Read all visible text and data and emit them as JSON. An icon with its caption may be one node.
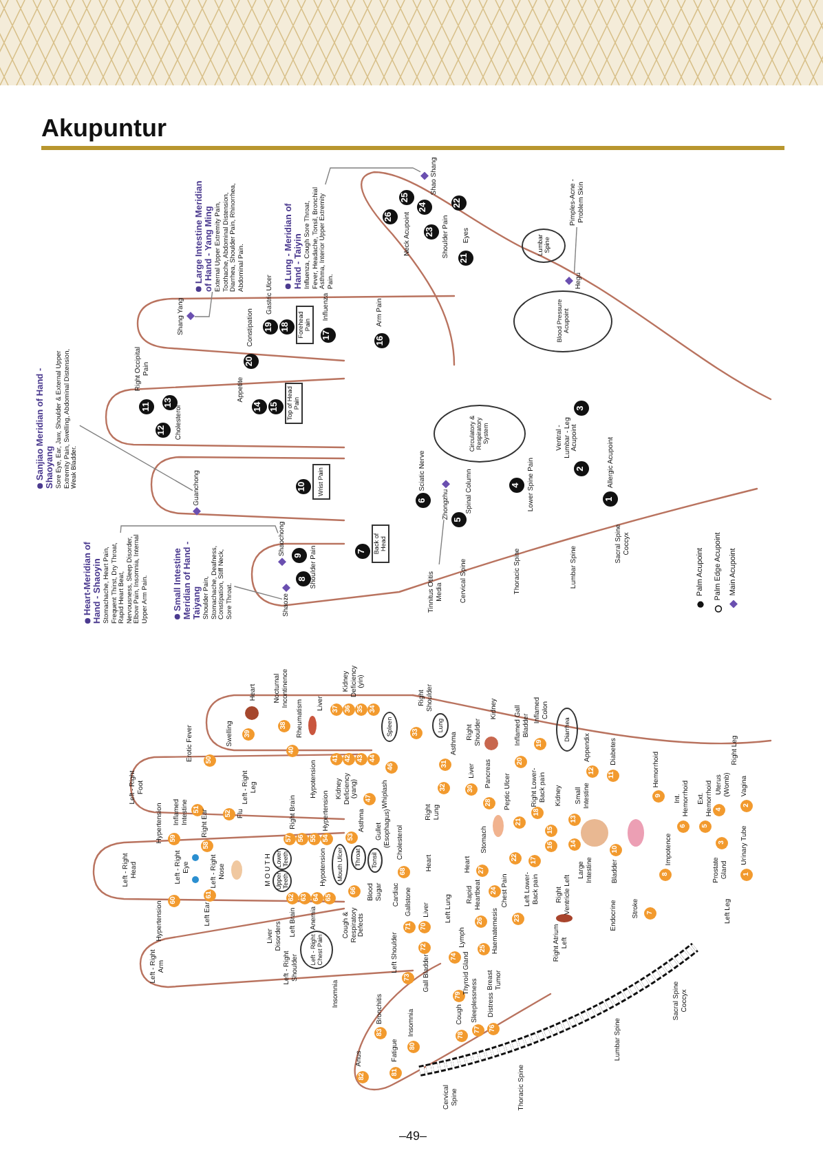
{
  "diagram": {
    "title": "Akupuntur",
    "nodes": [
      {
        "text": [
          "Large Intestine Meridian of Hand - Yang Ming",
          "External Upper Extremity Pain, Toothache, Abdominal Distension, Diarrhea, Shoulder Pain, Rhinorrhea, Abdominal Pain."
        ]
      },
      {
        "text": [
          "Shang Yang"
        ]
      },
      {
        "text": [
          "Lung - Meridian of Hand - Taiyin",
          "Influenza, Cough Sore Throat, Fever, Headache, Tonsil, Bronchial Asthma, Interior Upper Extremity Pain."
        ]
      },
      {
        "text": [
          "Shao Shang"
        ]
      },
      {
        "text": [
          "Sanjiao Meridian of Hand - Shaoyang",
          "Sore Eye, Ear, Jaw, Shoulder & External Upper Extremity Pain, Swelling, Abdominal Distension, Weak Bladder."
        ]
      },
      {
        "text": [
          "Guanchong"
        ]
      },
      {
        "text": [
          "Heart-Meridian of Hand - Shaoyin",
          "Stomachache, Heart Pain, Frequent Thirst, Dry Throat, Rapid Heart Beat, Nervousness, Sleep Disorder, Elbow Pain, Insomnia, Internal Upper Arm Pain."
        ]
      },
      {
        "text": [
          "Shaochong"
        ]
      },
      {
        "text": [
          "Small Intestine Meridian of Hand - Taiyang",
          "Shoulder Pain, Stomachache, Deafness, Constipation, Stiff Neck, Sore Throat."
        ]
      },
      {
        "text": [
          "Shaoze"
        ]
      },
      {
        "text": [
          "20"
        ],
        "beside": [
          "Constipation"
        ]
      },
      {
        "text": [
          "19"
        ],
        "beside": [
          "Gastric Ulcer"
        ]
      },
      {
        "text": [
          "18"
        ]
      },
      {
        "text": [
          "Forehead Pain"
        ]
      },
      {
        "text": [
          "17"
        ],
        "beside": [
          "Influenza"
        ]
      },
      {
        "text": [
          "16"
        ],
        "beside": [
          "Arm Pain"
        ]
      },
      {
        "text": [
          "11"
        ],
        "beside": [
          "Right Occipital Pain"
        ]
      },
      {
        "text": [
          "12"
        ]
      },
      {
        "text": [
          "13"
        ],
        "beside": [
          "Cholesterol"
        ]
      },
      {
        "text": [
          "14"
        ],
        "beside": [
          "Appetite"
        ]
      },
      {
        "text": [
          "15"
        ]
      },
      {
        "text": [
          "Top of Head Pain"
        ]
      },
      {
        "text": [
          "10"
        ]
      },
      {
        "text": [
          "Wrist Pain"
        ]
      },
      {
        "text": [
          "9"
        ],
        "beside": [
          "Shoulder Pain"
        ]
      },
      {
        "text": [
          "8"
        ]
      },
      {
        "text": [
          "7"
        ]
      },
      {
        "text": [
          "Back of Head"
        ]
      },
      {
        "text": [
          "6"
        ],
        "beside": [
          "Sciatic Nerve"
        ]
      },
      {
        "text": [
          "Zhongzhu"
        ]
      },
      {
        "text": [
          "Tinnitus Otitis Media"
        ]
      },
      {
        "text": [
          "5"
        ],
        "beside": [
          "Spinal Column"
        ]
      },
      {
        "text": [
          "4"
        ],
        "beside": [
          "Lower Spine Pain"
        ]
      },
      {
        "text": [
          "26"
        ]
      },
      {
        "text": [
          "25"
        ],
        "beside": [
          "Neck Acupoint"
        ]
      },
      {
        "text": [
          "24"
        ]
      },
      {
        "text": [
          "23"
        ],
        "beside": [
          "Shoulder Pain"
        ]
      },
      {
        "text": [
          "22"
        ]
      },
      {
        "text": [
          "21"
        ],
        "beside": [
          "Eyes"
        ]
      },
      {
        "text": [
          "Lumbar Spine"
        ]
      },
      {
        "text": [
          "Hegu"
        ]
      },
      {
        "text": [
          "Pimples-Acne - Problem Skin"
        ]
      },
      {
        "text": [
          "Blood Pressure Acupoint"
        ]
      },
      {
        "text": [
          "Circulatory & Respiratory System"
        ]
      },
      {
        "text": [
          "3"
        ]
      },
      {
        "text": [
          "2"
        ]
      },
      {
        "text": [
          "1"
        ],
        "beside": [
          "Allergic Acupoint"
        ]
      },
      {
        "text": [
          "39"
        ],
        "beside": [
          "Swelling"
        ]
      },
      {
        "text": [
          "38"
        ],
        "beside": [
          "Nocturnal Incontinence"
        ]
      },
      {
        "text": [
          "40"
        ],
        "beside": [
          "Rheumatism"
        ]
      },
      {
        "text": [
          "37"
        ]
      },
      {
        "text": [
          "36"
        ]
      },
      {
        "text": [
          "35"
        ]
      },
      {
        "text": [
          "34"
        ]
      },
      {
        "text": [
          "41"
        ]
      },
      {
        "text": [
          "42"
        ]
      },
      {
        "text": [
          "43"
        ]
      },
      {
        "text": [
          "44"
        ]
      },
      {
        "text": [
          "50"
        ],
        "beside": [
          "Erotic Fever"
        ]
      },
      {
        "text": [
          "46"
        ],
        "beside": [
          "Whiplash"
        ]
      },
      {
        "text": [
          "47"
        ]
      },
      {
        "text": [
          "53"
        ],
        "beside": [
          "Asthma"
        ]
      },
      {
        "text": [
          "51"
        ],
        "beside": [
          "Inflamed Intestine"
        ]
      },
      {
        "text": [
          "52"
        ],
        "beside": [
          "Flu"
        ]
      },
      {
        "text": [
          "59"
        ],
        "beside": [
          "Hypertension"
        ]
      },
      {
        "text": [
          "58"
        ],
        "beside": [
          "Right Ear"
        ]
      },
      {
        "text": [
          "57"
        ]
      },
      {
        "text": [
          "56"
        ]
      },
      {
        "text": [
          "55"
        ]
      },
      {
        "text": [
          "54"
        ]
      },
      {
        "text": [
          "60"
        ],
        "beside": [
          "Hypertension"
        ]
      },
      {
        "text": [
          "61"
        ],
        "beside": [
          "Left Ear"
        ]
      },
      {
        "text": [
          "62"
        ]
      },
      {
        "text": [
          "63"
        ]
      },
      {
        "text": [
          "64"
        ]
      },
      {
        "text": [
          "65"
        ]
      },
      {
        "text": [
          "66"
        ],
        "beside": [
          "Cough & Respiratory Defects"
        ]
      },
      {
        "text": [
          "68"
        ],
        "beside": [
          "Cholesterol"
        ]
      },
      {
        "text": [
          "83"
        ],
        "beside": [
          "Bronchitis"
        ]
      },
      {
        "text": [
          "82"
        ],
        "beside": [
          "Anus"
        ]
      },
      {
        "text": [
          "81"
        ],
        "beside": [
          "Fatigue"
        ]
      },
      {
        "text": [
          "33"
        ]
      },
      {
        "text": [
          "31"
        ],
        "beside": [
          "Asthma"
        ]
      },
      {
        "text": [
          "30"
        ],
        "beside": [
          "Liver"
        ]
      },
      {
        "text": [
          "20"
        ],
        "beside": [
          "Inflamed Gall Bladder"
        ]
      },
      {
        "text": [
          "19"
        ],
        "beside": [
          "Inflamed Colon"
        ]
      },
      {
        "text": [
          "12"
        ],
        "beside": [
          "Appendix"
        ]
      },
      {
        "text": [
          "11"
        ],
        "beside": [
          "Diabetes"
        ]
      },
      {
        "text": [
          "9"
        ],
        "beside": [
          "Hemorrhoid"
        ]
      },
      {
        "text": [
          "8"
        ],
        "beside": [
          "Impotence"
        ]
      },
      {
        "text": [
          "6"
        ],
        "beside": [
          "Int. Hemorrhoid"
        ]
      },
      {
        "text": [
          "5"
        ],
        "beside": [
          "Ext. Hemorrhoid"
        ]
      },
      {
        "text": [
          "4"
        ],
        "beside": [
          "Uterus (Womb)"
        ]
      },
      {
        "text": [
          "3"
        ],
        "beside": [
          "Prostate Gland"
        ]
      },
      {
        "text": [
          "2"
        ],
        "beside": [
          "Vagina"
        ]
      },
      {
        "text": [
          "1"
        ],
        "beside": [
          "Urinary Tube"
        ]
      },
      {
        "text": [
          "10"
        ],
        "beside": [
          "Bladder"
        ]
      },
      {
        "text": [
          "14"
        ]
      },
      {
        "text": [
          "13"
        ],
        "beside": [
          "Small Intestine"
        ]
      },
      {
        "text": [
          "15"
        ]
      },
      {
        "text": [
          "16"
        ]
      },
      {
        "text": [
          "18"
        ]
      },
      {
        "text": [
          "17"
        ],
        "beside": [
          "Left Lower-Back pain"
        ]
      },
      {
        "text": [
          "21"
        ]
      },
      {
        "text": [
          "22"
        ]
      },
      {
        "text": [
          "28"
        ],
        "beside": [
          "Stomach"
        ]
      },
      {
        "text": [
          "27"
        ],
        "beside": [
          "Heart"
        ]
      },
      {
        "text": [
          "24"
        ],
        "beside": [
          "Chest Pain"
        ]
      },
      {
        "text": [
          "26"
        ],
        "beside": [
          "Rapid Heartbeat"
        ]
      },
      {
        "text": [
          "23"
        ]
      },
      {
        "text": [
          "25"
        ],
        "beside": [
          "Haematemesis"
        ]
      },
      {
        "text": [
          "70"
        ],
        "beside": [
          "Liver"
        ]
      },
      {
        "text": [
          "71"
        ],
        "beside": [
          "Gallstone"
        ]
      },
      {
        "text": [
          "72"
        ],
        "beside": [
          "Gall Bladder"
        ]
      },
      {
        "text": [
          "73"
        ],
        "beside": [
          "Left Shoulder"
        ]
      },
      {
        "text": [
          "74"
        ],
        "beside": [
          "Lymph"
        ]
      },
      {
        "text": [
          "79"
        ],
        "beside": [
          "Thyroid Gland"
        ]
      },
      {
        "text": [
          "76"
        ],
        "beside": [
          "Distress"
        ]
      },
      {
        "text": [
          "77"
        ],
        "beside": [
          "Sleeplessness"
        ]
      },
      {
        "text": [
          "78"
        ],
        "beside": [
          "Cough"
        ]
      },
      {
        "text": [
          "80"
        ],
        "beside": [
          "Insomnia"
        ]
      },
      {
        "text": [
          "32"
        ]
      },
      {
        "text": [
          "7"
        ],
        "beside": [
          "Stroke"
        ]
      },
      {
        "text": [
          "Spleen"
        ]
      },
      {
        "text": [
          "Lower Teeth"
        ]
      },
      {
        "text": [
          "Upper Teeth"
        ]
      },
      {
        "text": [
          "Mouth Ulcer"
        ]
      },
      {
        "text": [
          "Throat"
        ]
      },
      {
        "text": [
          "Tonsil"
        ]
      },
      {
        "text": [
          "Left - Right Chest Pain"
        ]
      },
      {
        "text": [
          "Lung"
        ]
      },
      {
        "text": [
          "Diarrhea"
        ]
      }
    ],
    "edges": [
      {
        "from": 0,
        "to": 1,
        "arrow": "none"
      },
      {
        "from": 2,
        "to": 3,
        "arrow": "none"
      },
      {
        "from": 4,
        "to": 5,
        "arrow": "none"
      },
      {
        "from": 6,
        "to": 7,
        "arrow": "none"
      },
      {
        "from": 8,
        "to": 9,
        "arrow": "none"
      },
      {
        "from": 30,
        "to": 29,
        "arrow": "none"
      },
      {
        "from": 41,
        "to": 40,
        "arrow": "none"
      }
    ],
    "labels": [
      "Ventral - Lumbar - Leg Acupoint",
      "Cervical Spine",
      "Thoracic Spine",
      "Lumbar Spine",
      "Sacral Spine Coccyx",
      "Heart",
      "Liver",
      "Kidney Deficiency (yin)",
      "Left - Right Foot",
      "Left - Right Leg",
      "Right Brain",
      "Hypotension",
      "Hypertension",
      "Kidney Deficiency (yang)",
      "Left - Right Head",
      "Left - Right Eye",
      "Left - Right Nose",
      "M O U T H",
      "Hypotension",
      "Left Brain",
      "Anemia",
      "Blood Sugar",
      "Gullet (Esophagus)",
      "Cardiac",
      "Left - Right Arm",
      "Liver Disorders",
      "Left - Right Shoulder",
      "Insomnia",
      "Right Shoulder",
      "Right Shoulder",
      "Kidney",
      "Pancreas",
      "Peptic Ulcer",
      "Right Lower-Back pain",
      "Right Leg",
      "Left Leg",
      "Large Intestine",
      "Kidney",
      "Right Ventricle Left",
      "Right Atrium Left",
      "Breast Tumor",
      "Heart",
      "Left Lung",
      "Right Lung",
      "Endocrine",
      "Cervical Spine",
      "Thoracic Spine",
      "Lumbar Spine",
      "Sacral Spine Coccyx",
      "–49–"
    ],
    "legend": [
      {
        "text": "Palm Acupoint"
      },
      {
        "text": "Palm Edge Acupoint"
      },
      {
        "text": "Main Acupoint"
      }
    ]
  }
}
